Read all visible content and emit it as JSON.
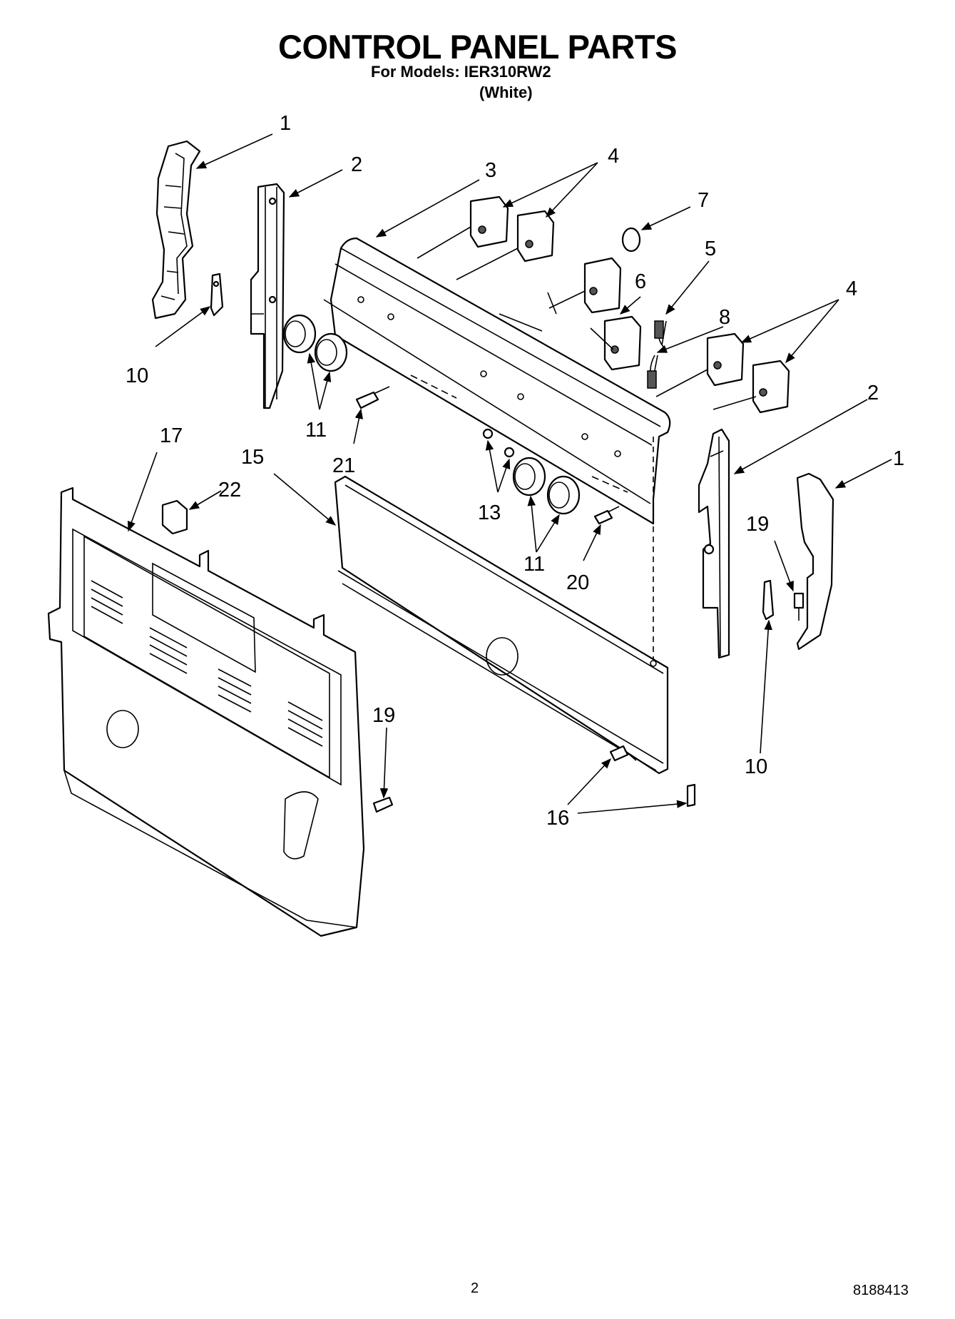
{
  "title": "CONTROL PANEL PARTS",
  "models_line": "For Models: IER310RW2",
  "color_line": "(White)",
  "page_number": "2",
  "doc_code": "8188413",
  "callouts": [
    {
      "id": "c1a",
      "text": "1"
    },
    {
      "id": "c2a",
      "text": "2"
    },
    {
      "id": "c3",
      "text": "3"
    },
    {
      "id": "c4a",
      "text": "4"
    },
    {
      "id": "c7",
      "text": "7"
    },
    {
      "id": "c5",
      "text": "5"
    },
    {
      "id": "c6",
      "text": "6"
    },
    {
      "id": "c4b",
      "text": "4"
    },
    {
      "id": "c8",
      "text": "8"
    },
    {
      "id": "c10a",
      "text": "10"
    },
    {
      "id": "c11a",
      "text": "11"
    },
    {
      "id": "c21",
      "text": "21"
    },
    {
      "id": "c2b",
      "text": "2"
    },
    {
      "id": "c1b",
      "text": "1"
    },
    {
      "id": "c17",
      "text": "17"
    },
    {
      "id": "c15",
      "text": "15"
    },
    {
      "id": "c22",
      "text": "22"
    },
    {
      "id": "c13",
      "text": "13"
    },
    {
      "id": "c19a",
      "text": "19"
    },
    {
      "id": "c11b",
      "text": "11"
    },
    {
      "id": "c20",
      "text": "20"
    },
    {
      "id": "c19b",
      "text": "19"
    },
    {
      "id": "c10b",
      "text": "10"
    },
    {
      "id": "c16",
      "text": "16"
    }
  ]
}
